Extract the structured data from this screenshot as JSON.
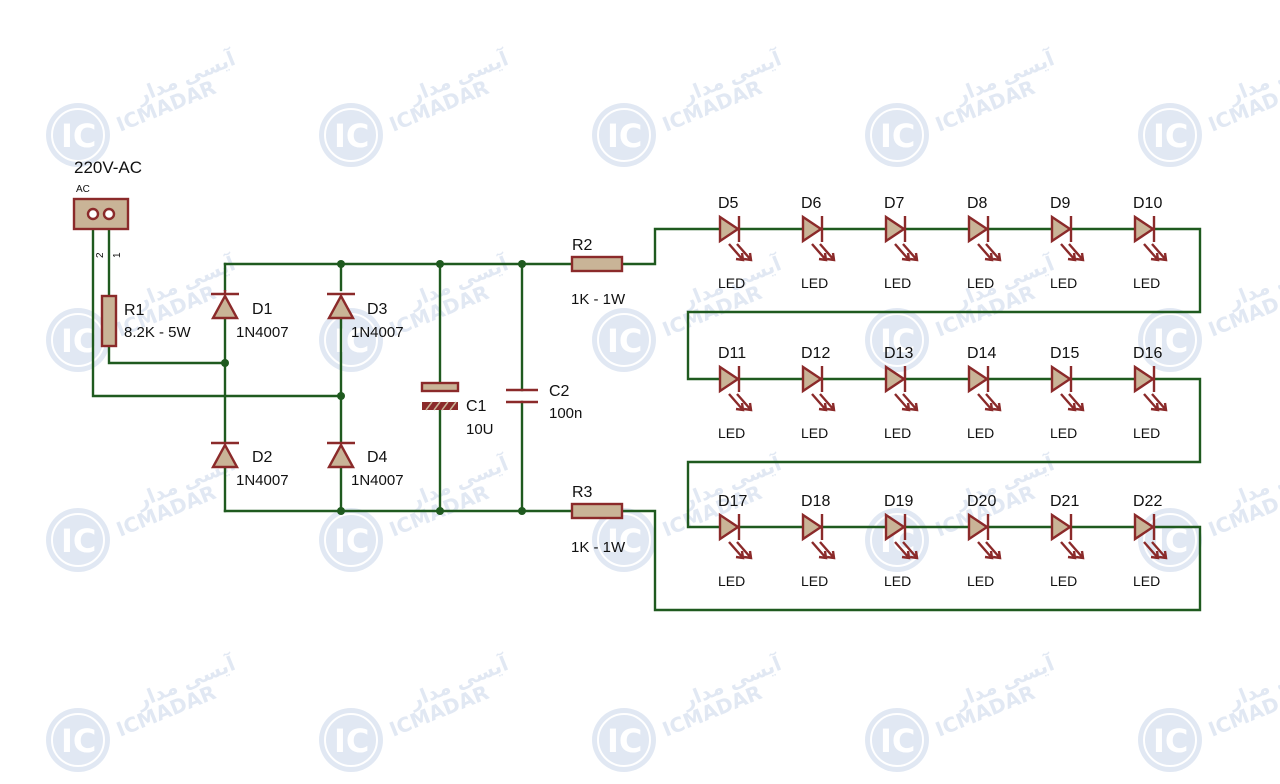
{
  "colors": {
    "wire": "#1f5a1f",
    "component": "#8b2a2a",
    "body_fill": "#c9b497",
    "watermark": "#c9d6ea",
    "background": "#ffffff"
  },
  "watermark": {
    "logo": "IC",
    "brand_fa": "آیسی مدار",
    "brand_en": "ICMADAR"
  },
  "connector": {
    "title": "220V-AC",
    "ref": "AC",
    "pin1": "1",
    "pin2": "2"
  },
  "resistors": {
    "r1": {
      "ref": "R1",
      "value": "8.2K - 5W"
    },
    "r2": {
      "ref": "R2",
      "value": "1K - 1W"
    },
    "r3": {
      "ref": "R3",
      "value": "1K - 1W"
    }
  },
  "diodes": {
    "d1": {
      "ref": "D1",
      "value": "1N4007"
    },
    "d2": {
      "ref": "D2",
      "value": "1N4007"
    },
    "d3": {
      "ref": "D3",
      "value": "1N4007"
    },
    "d4": {
      "ref": "D4",
      "value": "1N4007"
    }
  },
  "capacitors": {
    "c1": {
      "ref": "C1",
      "value": "10U"
    },
    "c2": {
      "ref": "C2",
      "value": "100n"
    }
  },
  "led_rows": [
    {
      "leds": [
        {
          "ref": "D5",
          "value": "LED"
        },
        {
          "ref": "D6",
          "value": "LED"
        },
        {
          "ref": "D7",
          "value": "LED"
        },
        {
          "ref": "D8",
          "value": "LED"
        },
        {
          "ref": "D9",
          "value": "LED"
        },
        {
          "ref": "D10",
          "value": "LED"
        }
      ]
    },
    {
      "leds": [
        {
          "ref": "D11",
          "value": "LED"
        },
        {
          "ref": "D12",
          "value": "LED"
        },
        {
          "ref": "D13",
          "value": "LED"
        },
        {
          "ref": "D14",
          "value": "LED"
        },
        {
          "ref": "D15",
          "value": "LED"
        },
        {
          "ref": "D16",
          "value": "LED"
        }
      ]
    },
    {
      "leds": [
        {
          "ref": "D17",
          "value": "LED"
        },
        {
          "ref": "D18",
          "value": "LED"
        },
        {
          "ref": "D19",
          "value": "LED"
        },
        {
          "ref": "D20",
          "value": "LED"
        },
        {
          "ref": "D21",
          "value": "LED"
        },
        {
          "ref": "D22",
          "value": "LED"
        }
      ]
    }
  ]
}
